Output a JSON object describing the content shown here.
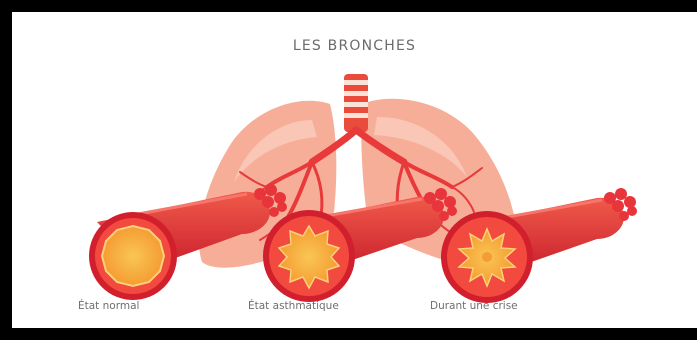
{
  "title": "LES BRONCHES",
  "captions": [
    "État normal",
    "État asthmatique",
    "Durant une crise"
  ],
  "colors": {
    "lung": "#f6a58e",
    "lung_light": "#fbd0c1",
    "airway": "#e83a3a",
    "airway_dark": "#c81f2a",
    "lumen": "#f7a93a",
    "lumen_core": "#f9c655"
  }
}
